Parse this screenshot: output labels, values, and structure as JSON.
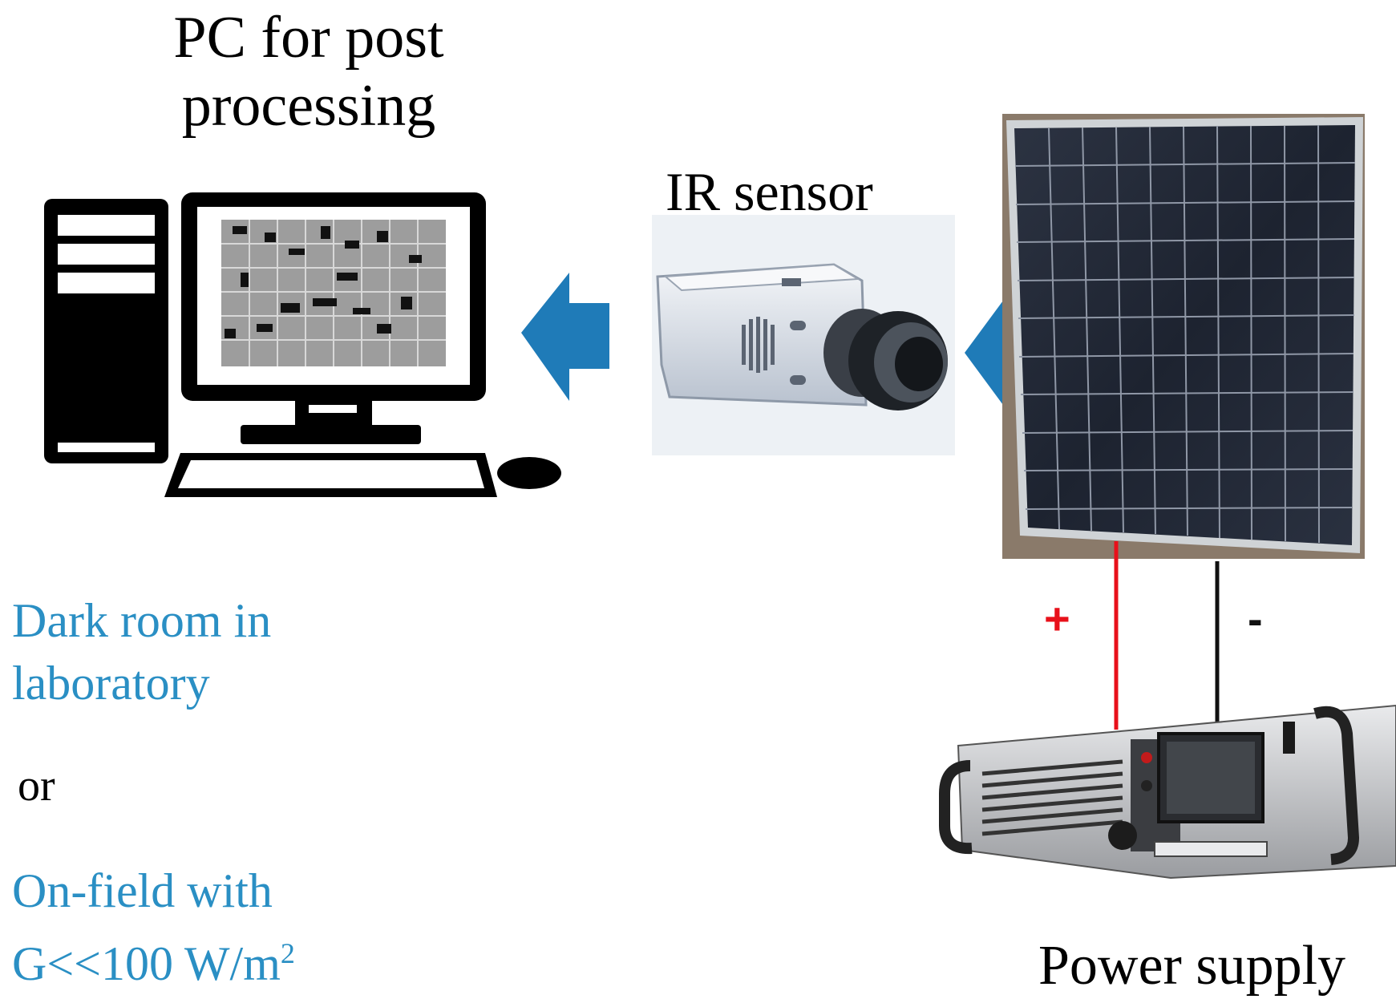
{
  "labels": {
    "pc_line1": "PC for post",
    "pc_line2": "processing",
    "ir_sensor": "IR sensor",
    "power_supply": "Power supply",
    "condition1_line1": "Dark room in",
    "condition1_line2": "laboratory",
    "or": "or",
    "condition2_line1": "On-field with",
    "condition2_line2_prefix": "G<<100 W/m",
    "condition2_sup": "2",
    "plus": "+",
    "minus": "-"
  },
  "colors": {
    "arrow": "#1f7bb8",
    "condition_text": "#2a8fc4",
    "positive_wire": "#e8101a",
    "negative_wire": "#111111"
  },
  "icons": [
    "desktop-computer-icon",
    "ir-camera-icon",
    "solar-panel-icon",
    "power-supply-icon",
    "arrow-left-icon"
  ]
}
